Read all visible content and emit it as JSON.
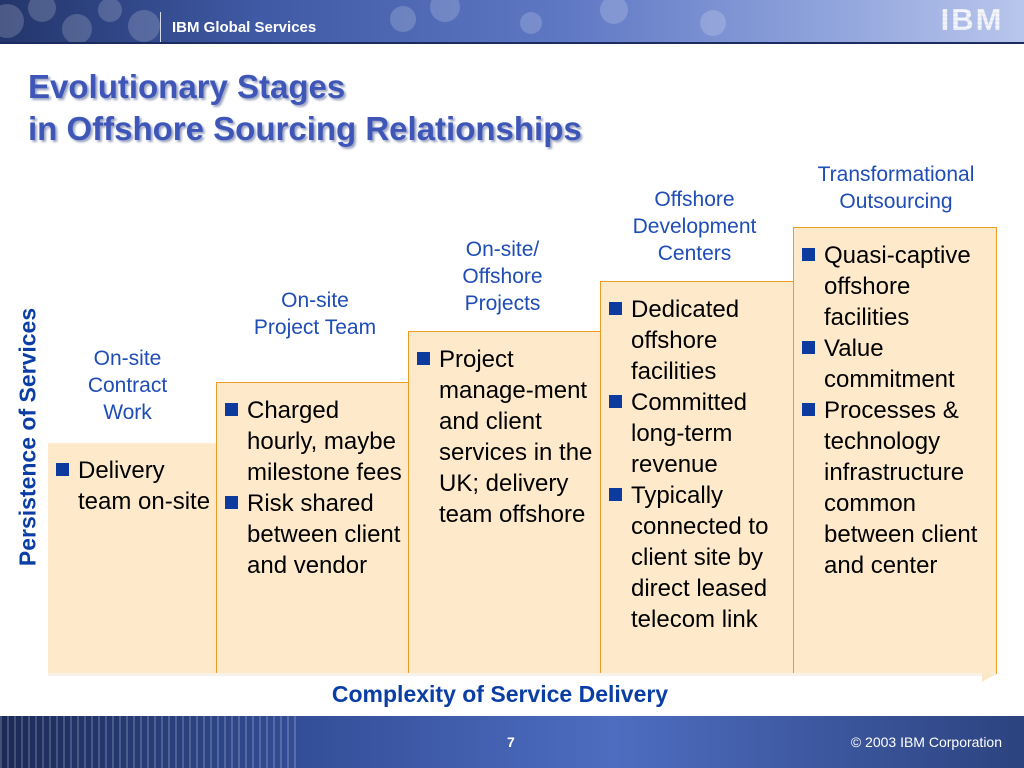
{
  "header": {
    "title": "IBM Global Services",
    "logo": "IBM"
  },
  "slide": {
    "title_line1": "Evolutionary Stages",
    "title_line2": "in Offshore Sourcing Relationships",
    "y_axis_label": "Persistence of Services",
    "x_axis_label": "Complexity of Service Delivery"
  },
  "stages": [
    {
      "label": "On-site Contract Work",
      "bullets": [
        "Delivery team on-site"
      ]
    },
    {
      "label": "On-site Project Team",
      "bullets": [
        "Charged hourly, maybe milestone fees",
        "Risk shared between client and vendor"
      ]
    },
    {
      "label": "On-site/ Offshore Projects",
      "bullets": [
        "Project manage-ment and client services in the UK; delivery team offshore"
      ]
    },
    {
      "label": "Offshore Development Centers",
      "bullets": [
        "Dedicated offshore facilities",
        "Committed long-term revenue",
        "Typically connected to client site by direct leased telecom link"
      ]
    },
    {
      "label": "Transformational Outsourcing",
      "bullets": [
        "Quasi-captive offshore facilities",
        "Value commitment",
        "Processes & technology infrastructure common between client and center"
      ]
    }
  ],
  "footer": {
    "page_number": "7",
    "copyright": "© 2003 IBM Corporation"
  },
  "colors": {
    "title": "#3e56b8",
    "axis_label": "#0b3ea5",
    "stage_label": "#1f4db6",
    "stage_fill": "#feeacb",
    "stage_border": "#ec9b25",
    "bullet_square": "#0d3a9e"
  }
}
